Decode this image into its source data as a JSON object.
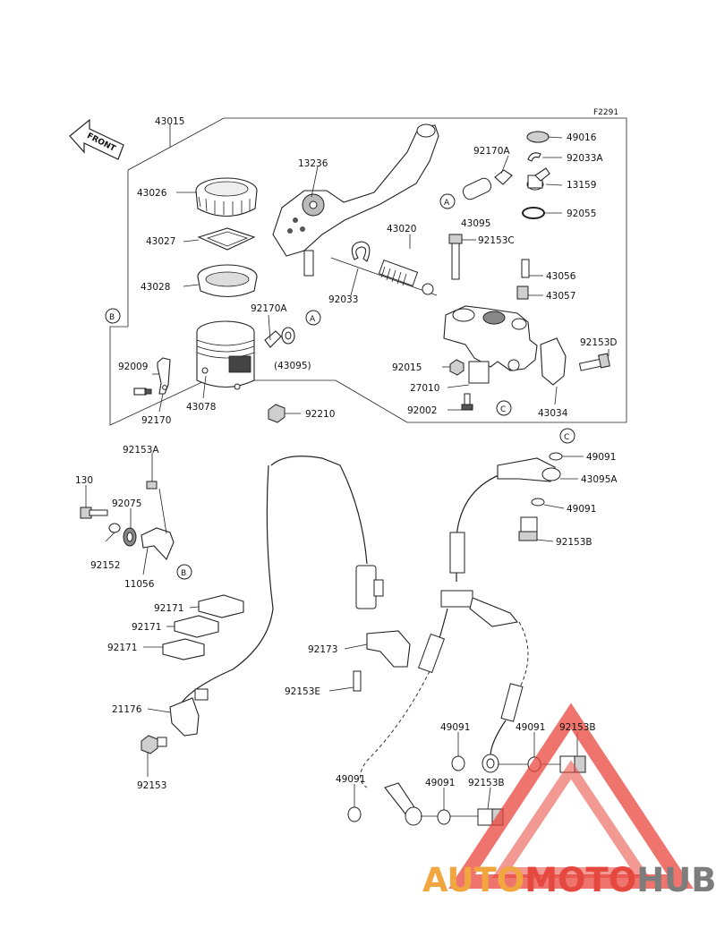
{
  "diagram_code": "F2291",
  "front_label": "FRONT",
  "parts": {
    "p43015": "43015",
    "p43026": "43026",
    "p43027": "43027",
    "p43028": "43028",
    "p13236": "13236",
    "p43020": "43020",
    "p92033": "92033",
    "p92170A_top": "92170A",
    "p43095_top": "43095",
    "p49016": "49016",
    "p92033A": "92033A",
    "p13159": "13159",
    "p92055": "92055",
    "p92153C": "92153C",
    "p43056": "43056",
    "p43057": "43057",
    "p92153D": "92153D",
    "p92015": "92015",
    "p27010": "27010",
    "p92002": "92002",
    "p43034": "43034",
    "p92170A_mid": "92170A",
    "p43095_paren": "(43095)",
    "p92009": "92009",
    "p92170": "92170",
    "p43078": "43078",
    "p92210": "92210",
    "p92153A": "92153A",
    "p130": "130",
    "p92075": "92075",
    "p92152": "92152",
    "p11056": "11056",
    "p92171_a": "92171",
    "p92171_b": "92171",
    "p92171_c": "92171",
    "p21176": "21176",
    "p92153": "92153",
    "p92173": "92173",
    "p92153E": "92153E",
    "p49091_a": "49091",
    "p43095A": "43095A",
    "p49091_b": "49091",
    "p92153B_a": "92153B",
    "p49091_c": "49091",
    "p49091_d": "49091",
    "p92153B_b": "92153B",
    "p49091_e": "49091",
    "p49091_f": "49091",
    "p92153B_c": "92153B"
  },
  "refs": {
    "A": "A",
    "B": "B",
    "C": "C"
  },
  "watermark": {
    "part1": "AUTO",
    "part2": "MOTO",
    "part3": "HUB"
  },
  "colors": {
    "wm_orange": "#f2a640",
    "wm_red": "#e5483f",
    "wm_grey": "#7d7d7d",
    "wm_tri": "#e8453c"
  }
}
